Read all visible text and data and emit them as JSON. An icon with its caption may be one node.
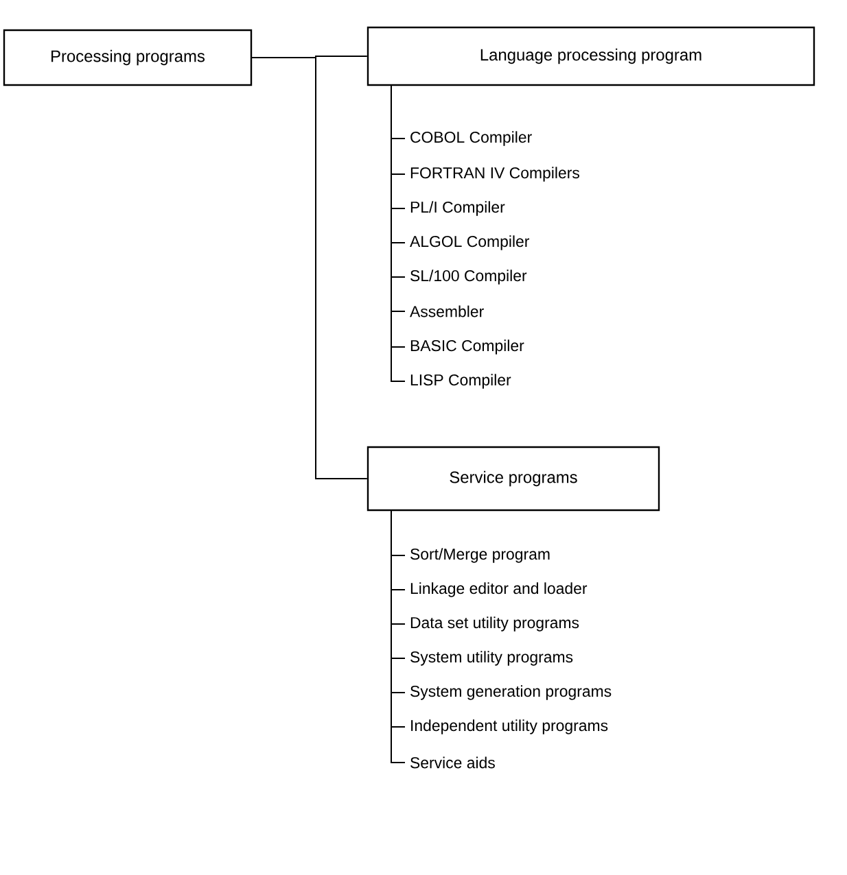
{
  "diagram": {
    "nodes": [
      {
        "text": [
          "Processing programs"
        ]
      },
      {
        "text": [
          "Language processing program"
        ]
      },
      {
        "text": [
          "COBOL Compiler"
        ]
      },
      {
        "text": [
          "FORTRAN IV Compilers"
        ]
      },
      {
        "text": [
          "PL/I Compiler"
        ]
      },
      {
        "text": [
          "ALGOL Compiler"
        ]
      },
      {
        "text": [
          "SL/100 Compiler"
        ]
      },
      {
        "text": [
          "Assembler"
        ]
      },
      {
        "text": [
          "BASIC Compiler"
        ]
      },
      {
        "text": [
          "LISP Compiler"
        ]
      },
      {
        "text": [
          "Service programs"
        ]
      },
      {
        "text": [
          "Sort/Merge program"
        ]
      },
      {
        "text": [
          "Linkage editor and loader"
        ]
      },
      {
        "text": [
          "Data set utility programs"
        ]
      },
      {
        "text": [
          "System utility programs"
        ]
      },
      {
        "text": [
          "System generation programs"
        ]
      },
      {
        "text": [
          "Independent utility programs"
        ]
      },
      {
        "text": [
          "Service aids"
        ]
      }
    ],
    "edges": [
      {
        "from": 0,
        "to": 1,
        "arrow": "none"
      },
      {
        "from": 0,
        "to": 10,
        "arrow": "none"
      },
      {
        "from": 1,
        "to": 2,
        "arrow": "none"
      },
      {
        "from": 1,
        "to": 3,
        "arrow": "none"
      },
      {
        "from": 1,
        "to": 4,
        "arrow": "none"
      },
      {
        "from": 1,
        "to": 5,
        "arrow": "none"
      },
      {
        "from": 1,
        "to": 6,
        "arrow": "none"
      },
      {
        "from": 1,
        "to": 7,
        "arrow": "none"
      },
      {
        "from": 1,
        "to": 8,
        "arrow": "none"
      },
      {
        "from": 1,
        "to": 9,
        "arrow": "none"
      },
      {
        "from": 10,
        "to": 11,
        "arrow": "none"
      },
      {
        "from": 10,
        "to": 12,
        "arrow": "none"
      },
      {
        "from": 10,
        "to": 13,
        "arrow": "none"
      },
      {
        "from": 10,
        "to": 14,
        "arrow": "none"
      },
      {
        "from": 10,
        "to": 15,
        "arrow": "none"
      },
      {
        "from": 10,
        "to": 16,
        "arrow": "none"
      },
      {
        "from": 10,
        "to": 17,
        "arrow": "none"
      }
    ]
  }
}
